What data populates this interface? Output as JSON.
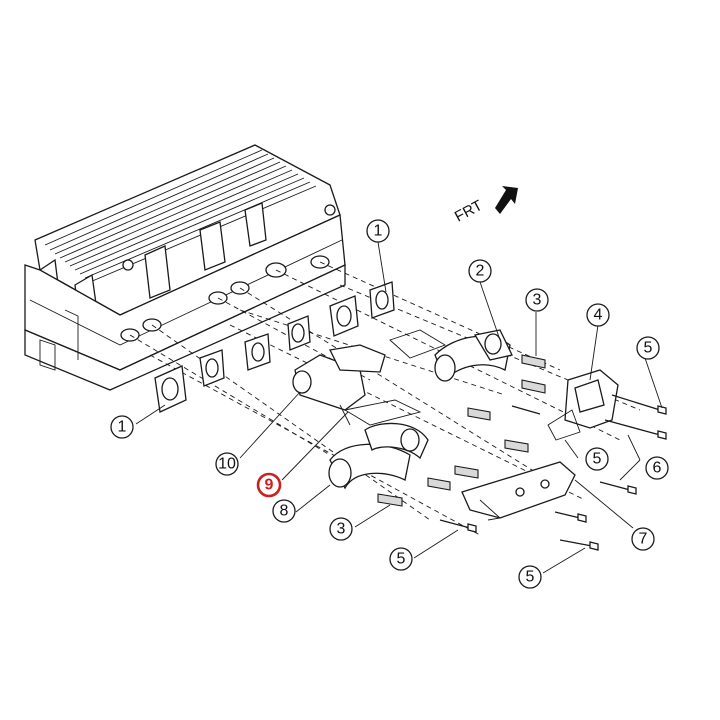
{
  "direction_label": "FRT",
  "highlight_color": "#cc1f1f",
  "callouts": [
    {
      "id": "c1a",
      "label": "1"
    },
    {
      "id": "c1b",
      "label": "1"
    },
    {
      "id": "c2",
      "label": "2"
    },
    {
      "id": "c3a",
      "label": "3"
    },
    {
      "id": "c3b",
      "label": "3"
    },
    {
      "id": "c4",
      "label": "4"
    },
    {
      "id": "c5a",
      "label": "5"
    },
    {
      "id": "c5b",
      "label": "5"
    },
    {
      "id": "c5c",
      "label": "5"
    },
    {
      "id": "c5d",
      "label": "5"
    },
    {
      "id": "c6",
      "label": "6"
    },
    {
      "id": "c7",
      "label": "7"
    },
    {
      "id": "c8",
      "label": "8"
    },
    {
      "id": "c9",
      "label": "9",
      "highlighted": true
    },
    {
      "id": "c10",
      "label": "10"
    }
  ]
}
